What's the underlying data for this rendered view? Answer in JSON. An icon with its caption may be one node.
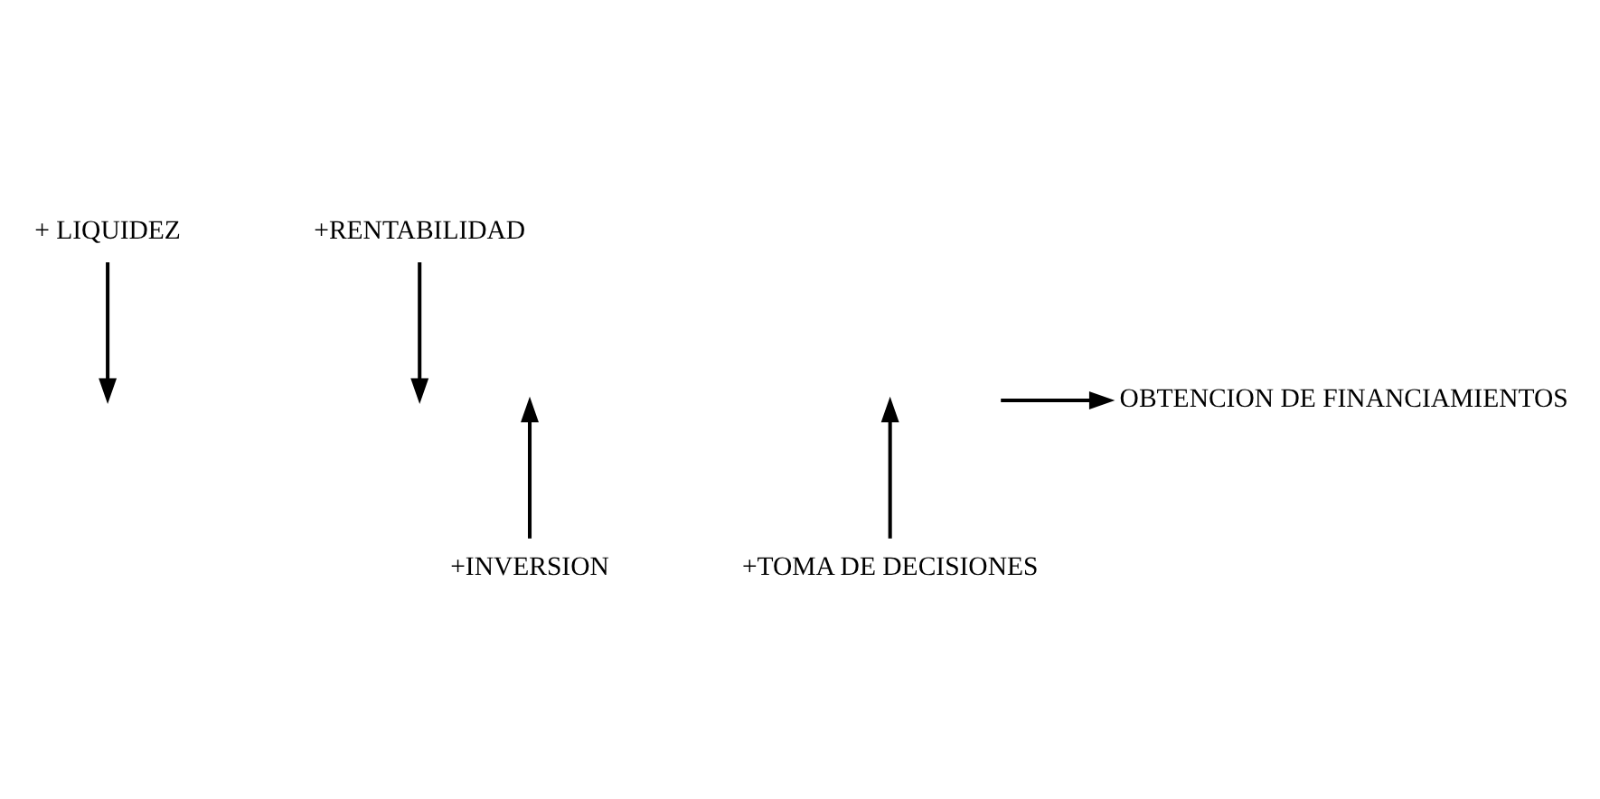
{
  "diagram": {
    "nodes": [
      {
        "text": [
          "+ LIQUIDEZ"
        ]
      },
      {
        "text": [
          "+RENTABILIDAD"
        ]
      },
      {
        "text": [
          "+INVERSION"
        ]
      },
      {
        "text": [
          "+TOMA DE DECISIONES"
        ]
      },
      {
        "text": [
          "OBTENCION DE FINANCIAMIENTOS"
        ]
      }
    ],
    "edges": [
      {
        "from": 0,
        "to": null,
        "arrow": "to"
      },
      {
        "from": 1,
        "to": null,
        "arrow": "to"
      },
      {
        "from": 2,
        "to": null,
        "arrow": "to"
      },
      {
        "from": 3,
        "to": null,
        "arrow": "to"
      },
      {
        "from": null,
        "to": 4,
        "arrow": "to"
      }
    ]
  }
}
